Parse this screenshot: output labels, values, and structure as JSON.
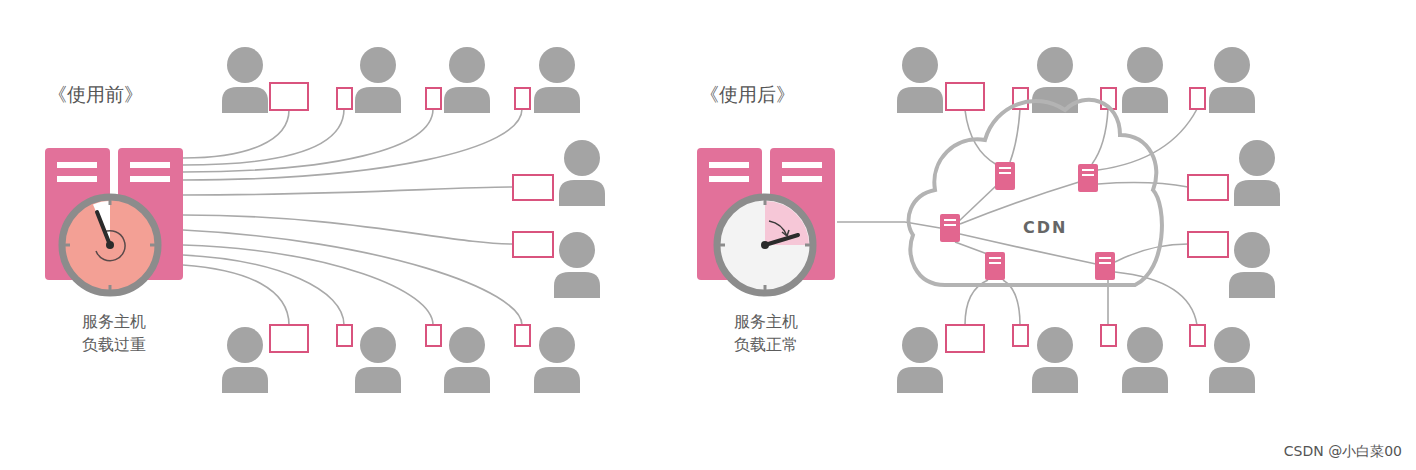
{
  "diagram": {
    "nodes": [
      {
        "text": [
          "服务主机 负载过重"
        ]
      },
      {
        "text": [
          "服务主机 负载正常"
        ]
      },
      {
        "text": [
          "CDN"
        ]
      }
    ],
    "edges": [
      {
        "from": 1,
        "to": 2,
        "arrow": "none"
      }
    ],
    "labels": [
      "《使用前》",
      "《使用后》",
      "CSDN @小白菜00"
    ]
  }
}
